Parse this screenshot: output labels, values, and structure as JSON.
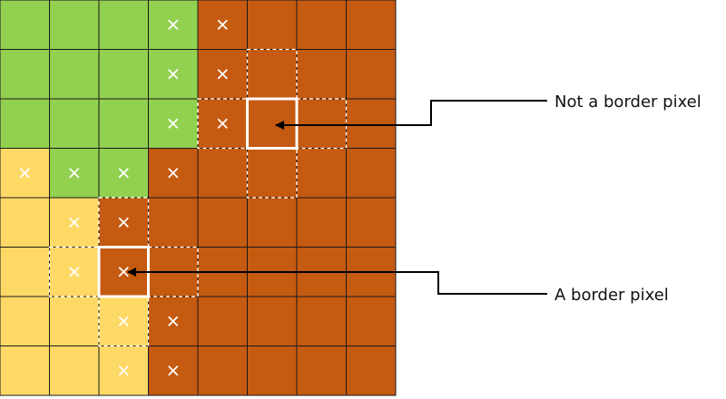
{
  "legend": {
    "labels": {
      "not_border": "Not a border pixel",
      "border": "A border pixel"
    }
  },
  "colors": {
    "green": "#92d050",
    "yellow": "#ffd966",
    "orange": "#c55a11",
    "grid_line": "#1a1a1a",
    "mark": "#ffffff",
    "arrow": "#000000"
  },
  "grid": {
    "rows": 8,
    "cols": 8,
    "legend": {
      "G": "green",
      "Y": "yellow",
      "O": "orange"
    },
    "cells": [
      "GGGGOOOO",
      "GGGGOOOO",
      "GGGGOOOO",
      "YGGOOOOO",
      "YYOOOOOO",
      "YYOOOOOO",
      "YYYOOOOO",
      "YYYOOOOO"
    ],
    "border_marks": [
      [
        0,
        3
      ],
      [
        0,
        4
      ],
      [
        1,
        3
      ],
      [
        1,
        4
      ],
      [
        2,
        3
      ],
      [
        2,
        4
      ],
      [
        3,
        0
      ],
      [
        3,
        1
      ],
      [
        3,
        2
      ],
      [
        3,
        3
      ],
      [
        4,
        1
      ],
      [
        4,
        2
      ],
      [
        5,
        1
      ],
      [
        5,
        2
      ],
      [
        6,
        2
      ],
      [
        6,
        3
      ],
      [
        7,
        2
      ],
      [
        7,
        3
      ]
    ],
    "examples": [
      {
        "id": "not-border",
        "row": 2,
        "col": 5,
        "label_key": "not_border"
      },
      {
        "id": "border",
        "row": 5,
        "col": 2,
        "label_key": "border"
      }
    ]
  }
}
